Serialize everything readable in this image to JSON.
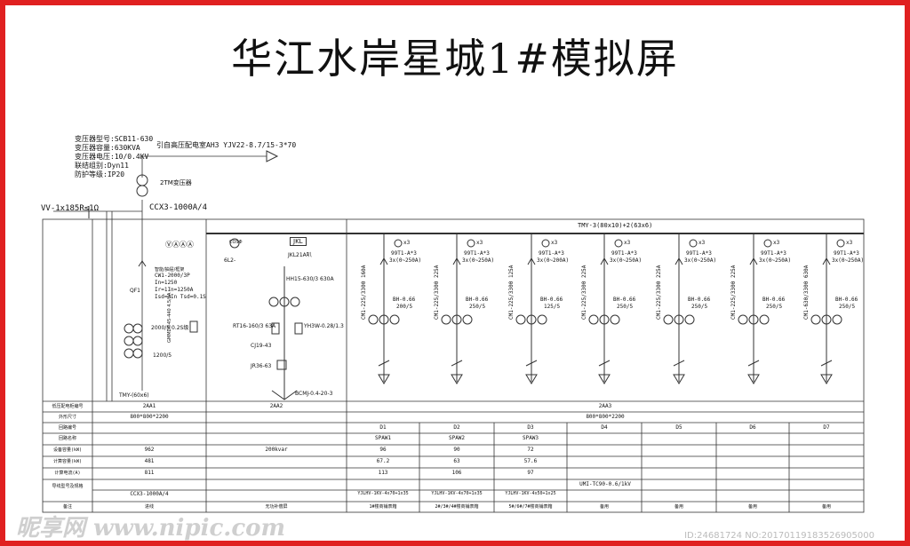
{
  "title": "华江水岸星城1#模拟屏",
  "transformer": {
    "lines": [
      {
        "label": "变压器型号:",
        "value": "SCB11-630"
      },
      {
        "label": "变压器容量:",
        "value": "630KVA"
      },
      {
        "label": "变压器电压:",
        "value": "10/0.4KV"
      },
      {
        "label": "联结组别:",
        "value": "Dyn11"
      },
      {
        "label": "防护等级:",
        "value": "IP20"
      }
    ],
    "incoming": "引自高压配电室AH3  YJV22-8.7/15-3*70",
    "tm_label": "2TM变压器",
    "ground": "VV-1x185R≤1Ω",
    "bus_duct": "CCX3-1000A/4"
  },
  "busbar": "TMY-3(80x10)+2(63x6)",
  "cab1": {
    "meters": "ⓋⒶⒶⒶ",
    "breaker_title": "智能/抽屉/框架",
    "breaker": [
      "CW1-2000/3P",
      "In=1250",
      "Ir=1In=1250A",
      "Isd=3In  Tsd=0.1S"
    ],
    "qf": "QF1",
    "ct1": "2000/5 0.2S级",
    "ct2": "1200/5",
    "spd": "GMMDK-45-440  4.5/3A",
    "tmy": "TMY-(60x6)"
  },
  "cab2": {
    "meter": "COSΦ",
    "jkl": "JKL",
    "gl": "6L2-",
    "jkl_model": "JKL21A叭",
    "switch": "HH15-630/3 630A",
    "fuse": "RT16-160/3 63A",
    "arrester": "YH3W-0.28/1.3",
    "contactor": "CJ19-43",
    "reactor": "JR36-63",
    "capacitor": "BCMJ-0.4-20-3"
  },
  "feeders": [
    {
      "breaker": "CM1-225/3300 160A",
      "ct": "99T1-A*3",
      "ct_range": "3x(0~250A)",
      "rcd": "BH-0.66",
      "ratio": "200/5"
    },
    {
      "breaker": "CM1-225/3300 225A",
      "ct": "99T1-A*3",
      "ct_range": "3x(0~250A)",
      "rcd": "BH-0.66",
      "ratio": "250/5"
    },
    {
      "breaker": "CM1-225/3300 125A",
      "ct": "99T1-A*3",
      "ct_range": "3x(0~200A)",
      "rcd": "BH-0.66",
      "ratio": "125/5"
    },
    {
      "breaker": "CM1-225/3300 225A",
      "ct": "99T1-A*3",
      "ct_range": "3x(0~250A)",
      "rcd": "BH-0.66",
      "ratio": "250/5"
    },
    {
      "breaker": "CM1-225/3300 225A",
      "ct": "99T1-A*3",
      "ct_range": "3x(0~250A)",
      "rcd": "BH-0.66",
      "ratio": "250/5"
    },
    {
      "breaker": "CM1-225/3300 225A",
      "ct": "99T1-A*3",
      "ct_range": "3x(0~250A)",
      "rcd": "BH-0.66",
      "ratio": "250/5"
    },
    {
      "breaker": "CM1-630/3300 630A",
      "ct": "99T1-A*3",
      "ct_range": "3x(0~250A)",
      "rcd": "BH-0.66",
      "ratio": "250/5"
    }
  ],
  "x3": "x3",
  "table": {
    "row_labels": [
      "低压配电柜编号",
      "外形尺寸",
      "回路编号",
      "回路名称",
      "设备容量(kW)",
      "计算容量(kW)",
      "计算电流(A)",
      "导线型号及规格",
      "备注"
    ],
    "cab_ids": [
      "2AA1",
      "2AA2",
      "2AA3"
    ],
    "sizes": [
      "800*800*2200",
      "800*800*2200"
    ],
    "circuits": [
      "D1",
      "D2",
      "D3",
      "D4",
      "D5",
      "D6",
      "D7"
    ],
    "names": [
      "SPAW1",
      "SPAW2",
      "SPAW3"
    ],
    "install": [
      "962",
      "200kvar",
      "96",
      "90",
      "72"
    ],
    "calc_kw": [
      "481",
      "67.2",
      "63",
      "57.6"
    ],
    "calc_a": [
      "811",
      "113",
      "106",
      "97"
    ],
    "cable_common": "UMI-TC90-0.6/1kV",
    "cable_main": "CCX3-1000A/4",
    "cables": [
      "YJLHV-1KV-4x70+1x35",
      "YJLHV-1KV-4x70+1x35",
      "YJLHV-1KV-4x50+1x25"
    ],
    "remarks": [
      "进线",
      "无功补偿屏",
      "1#楼商铺表箱",
      "2#/3#/4#楼商铺表箱",
      "5#/6#/7#楼商铺表箱",
      "备用",
      "备用",
      "备用",
      "备用"
    ]
  },
  "watermark": "昵享网 www.nipic.com",
  "watermark_id": "ID:24681724 NO:20170119183526905000"
}
